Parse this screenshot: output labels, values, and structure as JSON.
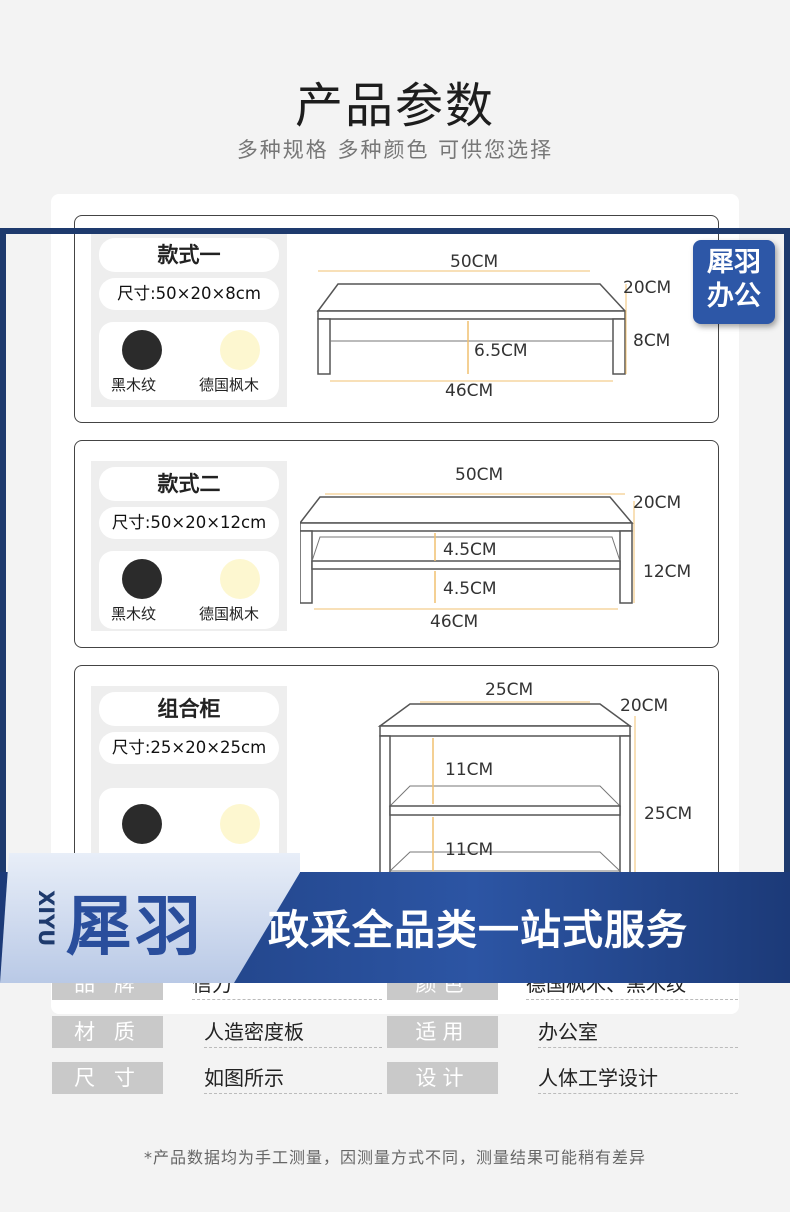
{
  "header": {
    "title": "产品参数",
    "subtitle": "多种规格  多种颜色  可供您选择"
  },
  "styles": [
    {
      "name": "款式一",
      "size": "尺寸:50×20×8cm",
      "colors": [
        {
          "label": "黑木纹",
          "color": "#2b2b2b"
        },
        {
          "label": "德国枫木",
          "color": "#fdf7d0"
        }
      ],
      "dims": {
        "width": "50CM",
        "depth": "20CM",
        "height": "8CM",
        "inner": "6.5CM",
        "bottom": "46CM"
      }
    },
    {
      "name": "款式二",
      "size": "尺寸:50×20×12cm",
      "colors": [
        {
          "label": "黑木纹",
          "color": "#2b2b2b"
        },
        {
          "label": "德国枫木",
          "color": "#fdf7d0"
        }
      ],
      "dims": {
        "width": "50CM",
        "depth": "20CM",
        "height": "12CM",
        "inner1": "4.5CM",
        "inner2": "4.5CM",
        "bottom": "46CM"
      }
    },
    {
      "name": "组合柜",
      "size": "尺寸:25×20×25cm",
      "dims": {
        "width": "25CM",
        "depth": "20CM",
        "height": "25CM",
        "inner1": "11CM",
        "inner2": "11CM"
      }
    }
  ],
  "badge": {
    "line1": "犀羽",
    "line2": "办公"
  },
  "banner": {
    "latin": "XIYU",
    "brand": "犀羽",
    "slogan": "政采全品类一站式服务"
  },
  "params": [
    {
      "label1": "品 牌",
      "value1": "信力",
      "label2": "颜色",
      "value2": "德国枫木、黑木纹"
    },
    {
      "label1": "材 质",
      "value1": "人造密度板",
      "label2": "适用",
      "value2": "办公室"
    },
    {
      "label1": "尺 寸",
      "value1": "如图所示",
      "label2": "设计",
      "value2": "人体工学设计"
    }
  ],
  "note": "*产品数据均为手工测量，因测量方式不同，测量结果可能稍有差异",
  "colors": {
    "brand_blue": "#2d57a7",
    "frame_navy": "#1e3a6d",
    "dim_line": "#f0c070"
  }
}
